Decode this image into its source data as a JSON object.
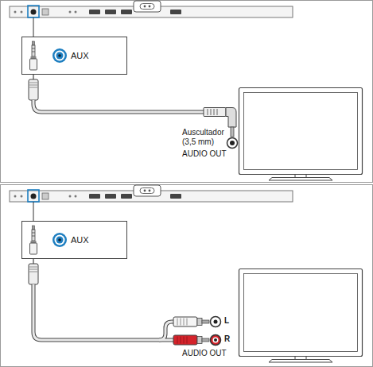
{
  "diagram": {
    "nodes": [
      {
        "text": [
          "AUX"
        ]
      },
      {
        "text": [
          "AUX"
        ]
      }
    ],
    "labels": [
      "Auscultador (3,5 mm)",
      "AUDIO OUT",
      "L",
      "R",
      "AUDIO OUT"
    ]
  }
}
